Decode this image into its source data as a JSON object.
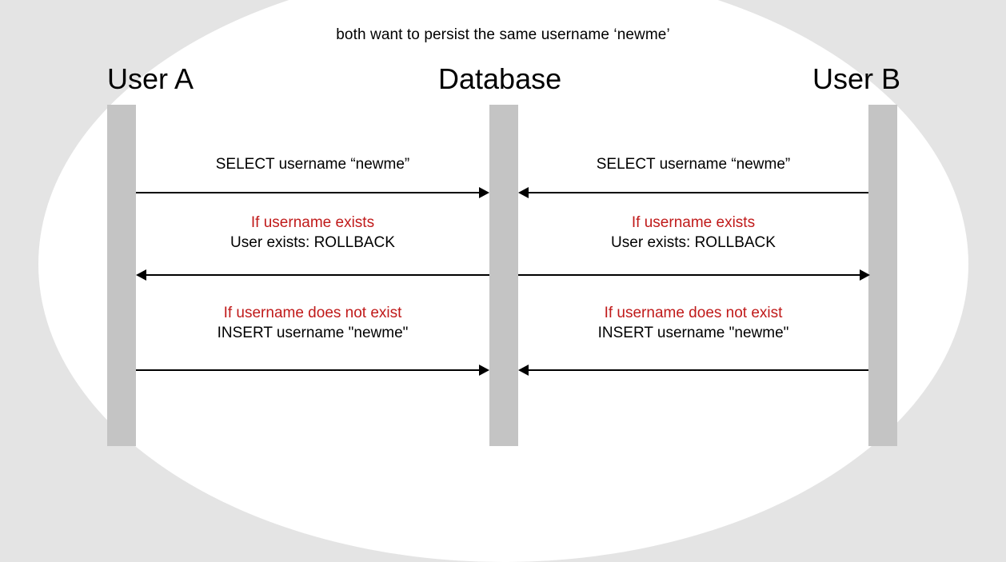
{
  "diagram": {
    "caption": "both want to persist the same username ‘newme’",
    "colors": {
      "background": "#e4e4e4",
      "surface": "#ffffff",
      "lifeline": "#c4c4c4",
      "condition_text": "#c01a1a",
      "statement_text": "#000000"
    }
  },
  "actors": [
    {
      "id": "user-a",
      "label": "User A"
    },
    {
      "id": "database",
      "label": "Database"
    },
    {
      "id": "user-b",
      "label": "User B"
    }
  ],
  "messages": [
    {
      "row": 1,
      "left": {
        "condition": "",
        "statement": "SELECT username “newme”",
        "direction": "right"
      },
      "right": {
        "condition": "",
        "statement": "SELECT username “newme”",
        "direction": "left"
      }
    },
    {
      "row": 2,
      "left": {
        "condition": "If username exists",
        "statement": "User exists: ROLLBACK",
        "direction": "left"
      },
      "right": {
        "condition": "If username exists",
        "statement": "User exists: ROLLBACK",
        "direction": "right"
      }
    },
    {
      "row": 3,
      "left": {
        "condition": "If username does not exist",
        "statement": "INSERT username \"newme\"",
        "direction": "right"
      },
      "right": {
        "condition": "If username does not exist",
        "statement": "INSERT username \"newme\"",
        "direction": "left"
      }
    }
  ]
}
